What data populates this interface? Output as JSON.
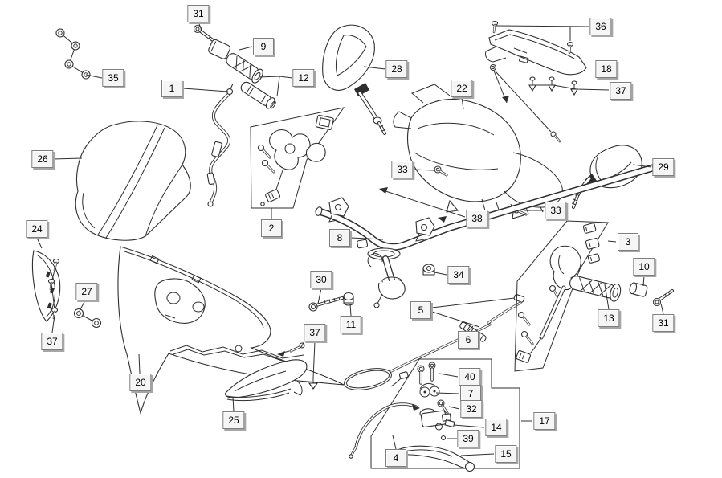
{
  "diagram": {
    "type": "exploded-parts-diagram",
    "subject": "handlebar and front cowling assembly",
    "colors": {
      "background": "#ffffff",
      "line": "#2e2e2e",
      "label_bg": "#f5f5f5",
      "label_border": "#7e7e7e",
      "label_shadow": "#a6a6a6",
      "label_text": "#000000"
    },
    "callouts": [
      {
        "label": "31"
      },
      {
        "label": "9"
      },
      {
        "label": "35"
      },
      {
        "label": "12"
      },
      {
        "label": "1"
      },
      {
        "label": "28"
      },
      {
        "label": "36"
      },
      {
        "label": "18"
      },
      {
        "label": "37"
      },
      {
        "label": "22"
      },
      {
        "label": "26"
      },
      {
        "label": "33"
      },
      {
        "label": "29"
      },
      {
        "label": "33"
      },
      {
        "label": "38"
      },
      {
        "label": "2"
      },
      {
        "label": "8"
      },
      {
        "label": "3"
      },
      {
        "label": "24"
      },
      {
        "label": "10"
      },
      {
        "label": "34"
      },
      {
        "label": "30"
      },
      {
        "label": "27"
      },
      {
        "label": "5"
      },
      {
        "label": "13"
      },
      {
        "label": "31"
      },
      {
        "label": "11"
      },
      {
        "label": "37"
      },
      {
        "label": "6"
      },
      {
        "label": "37"
      },
      {
        "label": "20"
      },
      {
        "label": "40"
      },
      {
        "label": "7"
      },
      {
        "label": "32"
      },
      {
        "label": "25"
      },
      {
        "label": "17"
      },
      {
        "label": "14"
      },
      {
        "label": "39"
      },
      {
        "label": "15"
      },
      {
        "label": "4"
      }
    ]
  }
}
